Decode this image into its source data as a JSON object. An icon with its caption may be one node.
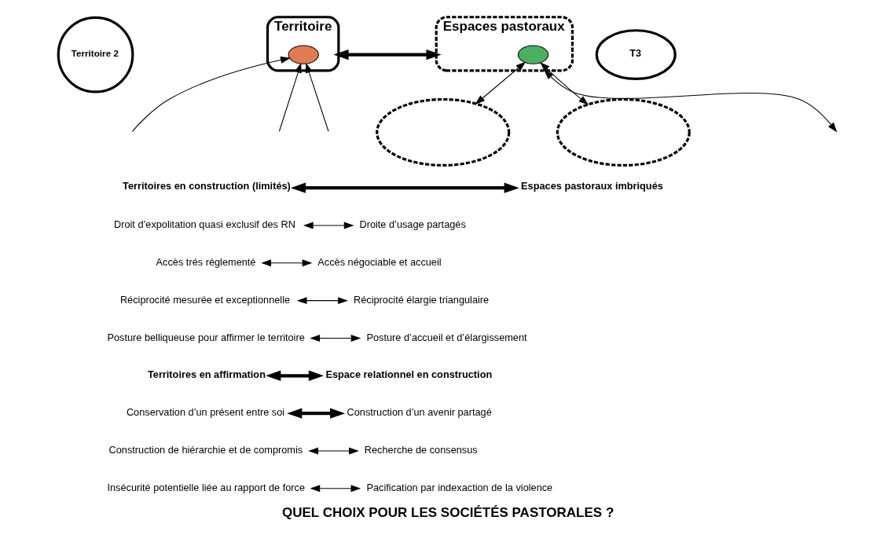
{
  "diagram": {
    "caption": "QUEL CHOIX POUR LES SOCIÉTÉS PASTORALES ?",
    "nodes": [
      {
        "text": [
          "Territoire 2"
        ]
      },
      {
        "text": [
          "T3"
        ]
      },
      {
        "text": [
          "Territoire"
        ]
      },
      {
        "text": [],
        "shape": "ellipse",
        "in": 2
      },
      {
        "text": [],
        "shape": "ellipse"
      },
      {
        "text": [],
        "shape": "ellipse"
      },
      {
        "text": [
          "Espaces pastoraux"
        ]
      },
      {
        "text": [],
        "shape": "ellipse",
        "in": 6
      },
      {
        "text": [
          "Territoires en construction (limités)"
        ]
      },
      {
        "text": [
          "Espaces pastoraux imbriqués"
        ]
      },
      {
        "text": [
          "Droit d’expolitation quasi exclusif des RN"
        ]
      },
      {
        "text": [
          "Droite d’usage partagés"
        ]
      },
      {
        "text": [
          "Accès trés réglementé"
        ]
      },
      {
        "text": [
          "Accès négociable et accueil"
        ]
      },
      {
        "text": [
          "Réciprocité mesurée et exceptionnelle"
        ]
      },
      {
        "text": [
          "Réciprocité élargie triangulaire"
        ]
      },
      {
        "text": [
          "Posture belliqueuse pour affirmer le territoire"
        ]
      },
      {
        "text": [
          "Posture d’accueil et d’élargissement"
        ]
      },
      {
        "text": [
          "Territoires en affirmation"
        ]
      },
      {
        "text": [
          "Espace relationnel en construction"
        ]
      },
      {
        "text": [
          "Conservation d’un présent entre soi"
        ]
      },
      {
        "text": [
          "Construction d’un avenir partagé"
        ]
      },
      {
        "text": [
          "Construction de hiérarchie et de compromis"
        ]
      },
      {
        "text": [
          "Recherche de consensus"
        ]
      },
      {
        "text": [
          "Insécurité potentielle liée au rapport de force"
        ]
      },
      {
        "text": [
          "Pacification par indexaction de la violence"
        ]
      }
    ],
    "edges": [
      {
        "from": null,
        "to": 3,
        "arrow": "to"
      },
      {
        "from": null,
        "to": 3,
        "arrow": "to"
      },
      {
        "from": null,
        "to": 3,
        "arrow": "to"
      },
      {
        "from": 2,
        "to": 6,
        "arrow": "both",
        "style": "thick"
      },
      {
        "from": 7,
        "to": 4,
        "arrow": "both"
      },
      {
        "from": 7,
        "to": 5,
        "arrow": "both"
      },
      {
        "from": 6,
        "to": null,
        "arrow": "both"
      },
      {
        "from": 8,
        "to": 9,
        "arrow": "both",
        "style": "thick"
      },
      {
        "from": 10,
        "to": 11,
        "arrow": "both"
      },
      {
        "from": 12,
        "to": 13,
        "arrow": "both"
      },
      {
        "from": 14,
        "to": 15,
        "arrow": "both"
      },
      {
        "from": 16,
        "to": 17,
        "arrow": "both"
      },
      {
        "from": 18,
        "to": 19,
        "arrow": "both",
        "style": "thick"
      },
      {
        "from": 20,
        "to": 21,
        "arrow": "both",
        "style": "thick"
      },
      {
        "from": 22,
        "to": 23,
        "arrow": "both"
      },
      {
        "from": 24,
        "to": 25,
        "arrow": "both"
      }
    ]
  }
}
